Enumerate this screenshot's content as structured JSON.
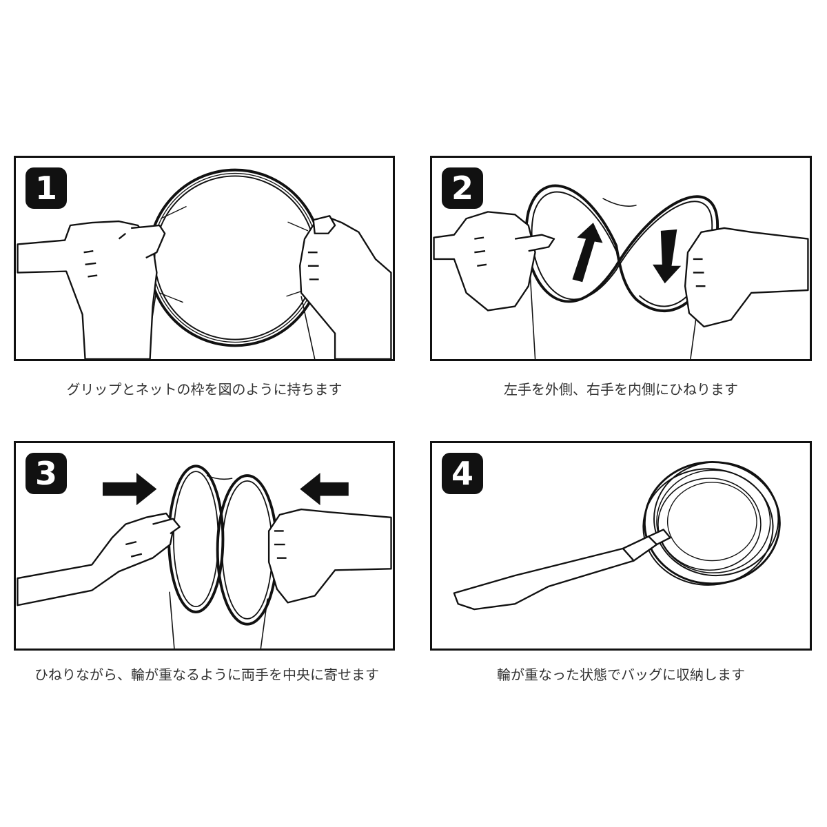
{
  "steps": [
    {
      "number": "1",
      "caption": "グリップとネットの枠を図のように持ちます"
    },
    {
      "number": "2",
      "caption": "左手を外側、右手を内側にひねります"
    },
    {
      "number": "3",
      "caption": "ひねりながら、輪が重なるように両手を中央に寄せます"
    },
    {
      "number": "4",
      "caption": "輪が重なった状態でバッグに収納します"
    }
  ],
  "colors": {
    "ink": "#111111",
    "paper": "#ffffff",
    "caption": "#333333"
  },
  "icons": [
    "hand-icon",
    "ring-icon",
    "twist-arrow-icon",
    "push-arrow-icon",
    "grip-handle-icon"
  ]
}
